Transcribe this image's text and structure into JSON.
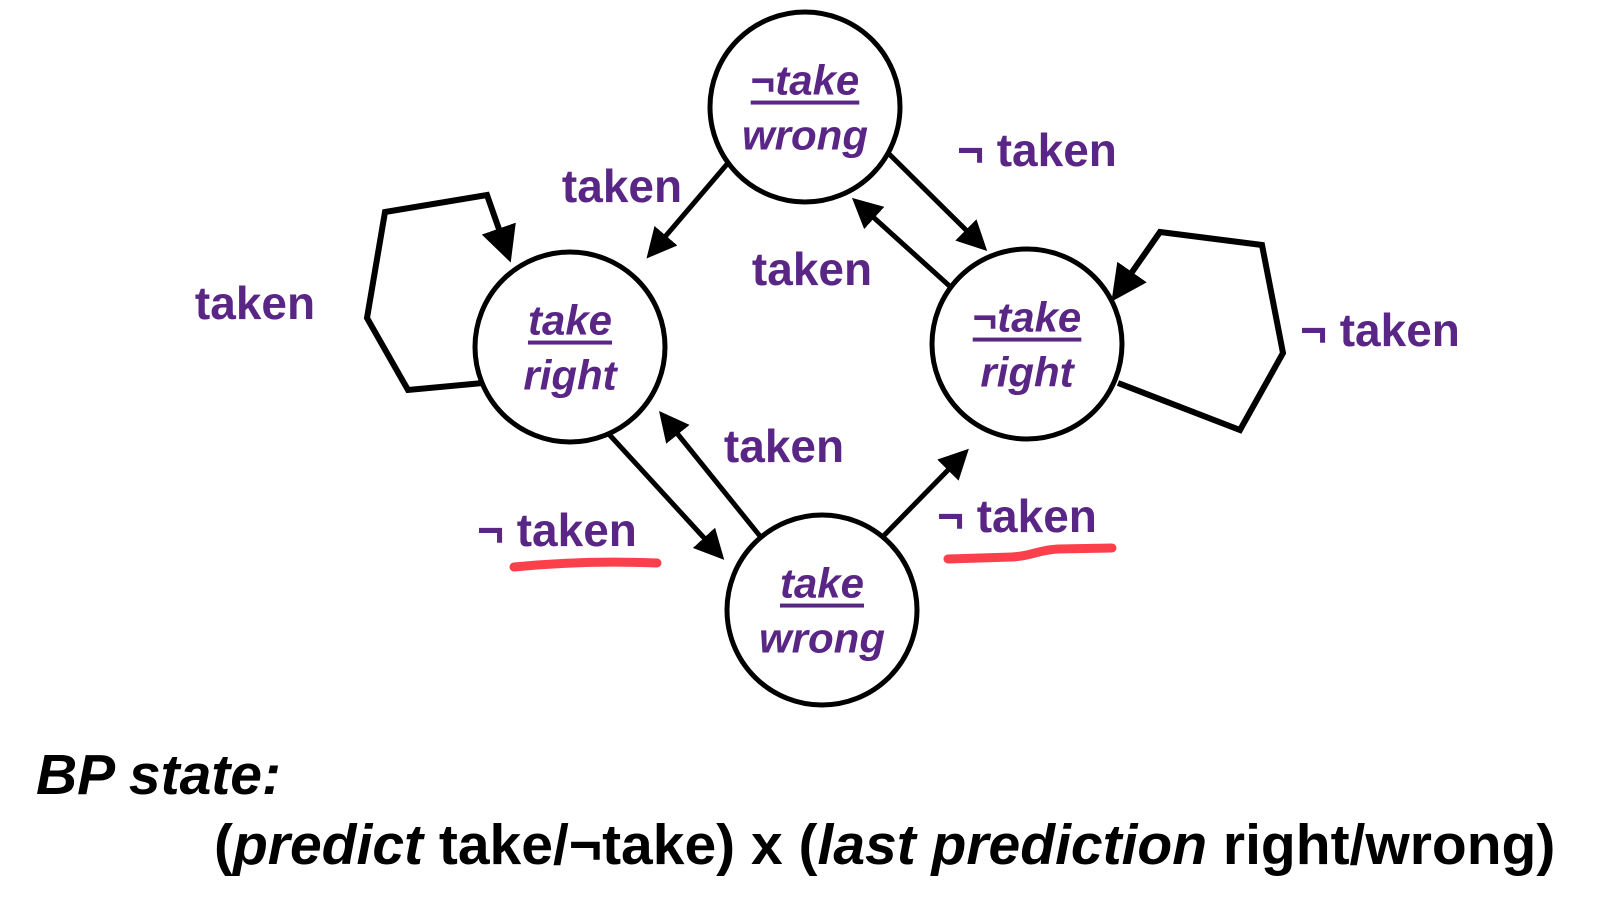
{
  "diagram": {
    "title_hint": "2-bit branch predictor state machine",
    "states": {
      "top": {
        "line1": "¬take",
        "line2": "wrong"
      },
      "left": {
        "line1": "take",
        "line2": "right"
      },
      "right": {
        "line1": "¬take",
        "line2": "right"
      },
      "bottom": {
        "line1": "take",
        "line2": "wrong"
      }
    },
    "edge_labels": {
      "top_to_left_taken": "taken",
      "top_to_right_not_taken": "¬ taken",
      "right_to_top_taken": "taken",
      "left_self_taken": "taken",
      "right_self_not_taken": "¬ taken",
      "bottom_to_left_taken": "taken",
      "left_to_bottom_not_taken": "¬ taken",
      "bottom_to_right_not_taken": "¬ taken"
    },
    "colors": {
      "state_text": "#5A2686",
      "edge_label_text": "#5A2686",
      "line": "#000000",
      "annotation_underline": "#FB404C"
    }
  },
  "caption": {
    "line1": "BP state:",
    "line2_parts": {
      "open": "(",
      "predict": "predict",
      "middle": " take/¬take) x (",
      "last": "last prediction",
      "end": " right/wrong)"
    }
  }
}
